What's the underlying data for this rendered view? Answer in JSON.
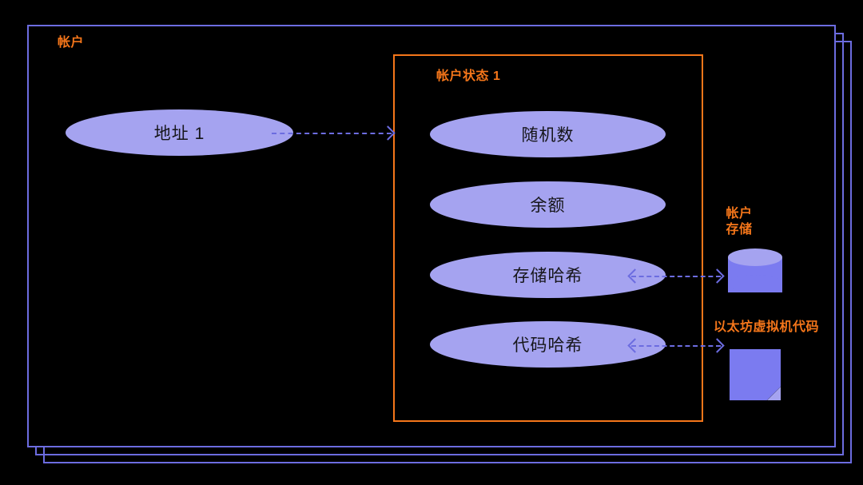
{
  "diagram": {
    "title_label": "帐户",
    "frames": {
      "outer_label": "帐户",
      "stack_count": 3,
      "border_color": "#6C6CE0"
    },
    "state_box": {
      "label": "帐户状态 1",
      "border_color": "#F5761A"
    },
    "nodes": {
      "address": "地址 1",
      "nonce": "随机数",
      "balance": "余额",
      "storage_hash": "存储哈希",
      "code_hash": "代码哈希"
    },
    "side_items": {
      "account_storage_label": "帐户\n存储",
      "evm_code_label": "以太坊虚拟机代码",
      "storage_icon": "database-cylinder-icon",
      "code_icon": "code-document-icon"
    },
    "connectors": [
      {
        "from": "address",
        "to": "account-state-box",
        "style": "dashed",
        "direction": "one-way-right"
      },
      {
        "from": "storage_hash",
        "to": "account_storage",
        "style": "dashed",
        "direction": "bidirectional"
      },
      {
        "from": "code_hash",
        "to": "evm_code",
        "style": "dashed",
        "direction": "bidirectional"
      }
    ],
    "colors": {
      "background": "#000000",
      "frame_border": "#6C6CE0",
      "accent_orange": "#F5761A",
      "ellipse_fill": "#A5A3F0",
      "icon_fill": "#7B7BF0",
      "icon_highlight": "#A5A3F0",
      "node_text": "#16161A"
    }
  }
}
